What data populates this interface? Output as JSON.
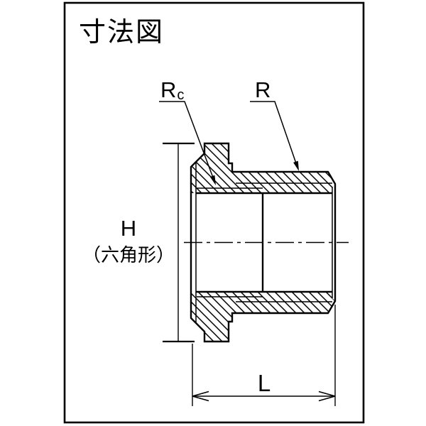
{
  "page": {
    "background_color": "#ffffff",
    "line_color": "#000000"
  },
  "title": "寸法図",
  "drawing": {
    "type": "cross-section dimension drawing of hex bushing pipe fitting",
    "labels": {
      "female_thread_main": "R",
      "female_thread_subscript": "c",
      "male_thread": "R",
      "height": "H",
      "height_note": "（六角形）",
      "length": "L"
    }
  }
}
